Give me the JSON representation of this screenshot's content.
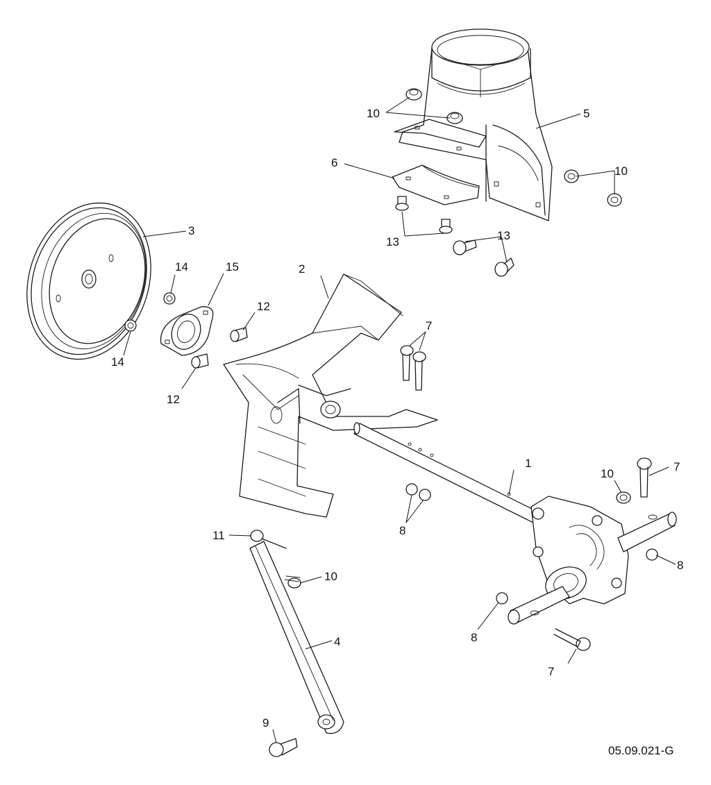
{
  "figure_code": "05.09.021-G",
  "callouts": {
    "c1": "1",
    "c2": "2",
    "c3": "3",
    "c4": "4",
    "c5": "5",
    "c6": "6",
    "c7a": "7",
    "c7b": "7",
    "c7c": "7",
    "c8a": "8",
    "c8b": "8",
    "c8c": "8",
    "c9": "9",
    "c10a": "10",
    "c10b": "10",
    "c10c": "10",
    "c10d": "10",
    "c11": "11",
    "c12a": "12",
    "c12b": "12",
    "c13a": "13",
    "c13b": "13",
    "c14a": "14",
    "c14b": "14",
    "c15": "15"
  }
}
